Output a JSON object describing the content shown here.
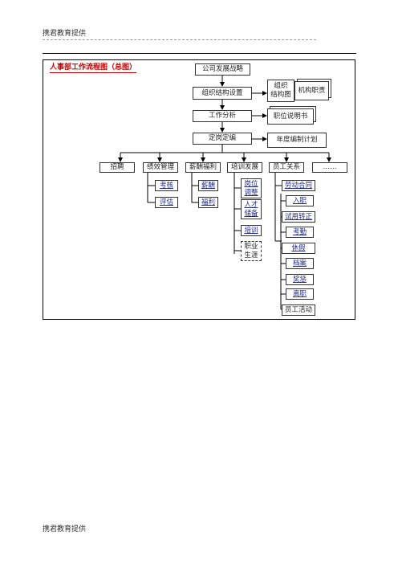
{
  "header": {
    "text": "携君教育提供"
  },
  "footer": {
    "text": "携君教育提供"
  },
  "title": "人事部工作流程图（总图）",
  "main_flow": [
    "公司发展战略",
    "组织结构设置",
    "工作分析",
    "定岗定编"
  ],
  "docs": {
    "org": [
      "组织",
      "结构图"
    ],
    "duty": "机构职责",
    "jobdesc": "职位说明书",
    "plan": "年度编制计划"
  },
  "branches": [
    "招聘",
    "绩效管理",
    "薪酬福利",
    "培训发展",
    "员工关系",
    "……"
  ],
  "performance": [
    "考核",
    "评估"
  ],
  "compensation": [
    "薪酬",
    "福利"
  ],
  "training": {
    "post_adjust": [
      "岗位",
      "调整"
    ],
    "talent_reserve": [
      "人才",
      "储备"
    ],
    "train": "培训",
    "career": [
      "职业",
      "生涯"
    ]
  },
  "relations": [
    "劳动合同",
    "入职",
    "试用转正",
    "考勤",
    "休假",
    "档案",
    "奖惩",
    "离职",
    "员工活动"
  ]
}
